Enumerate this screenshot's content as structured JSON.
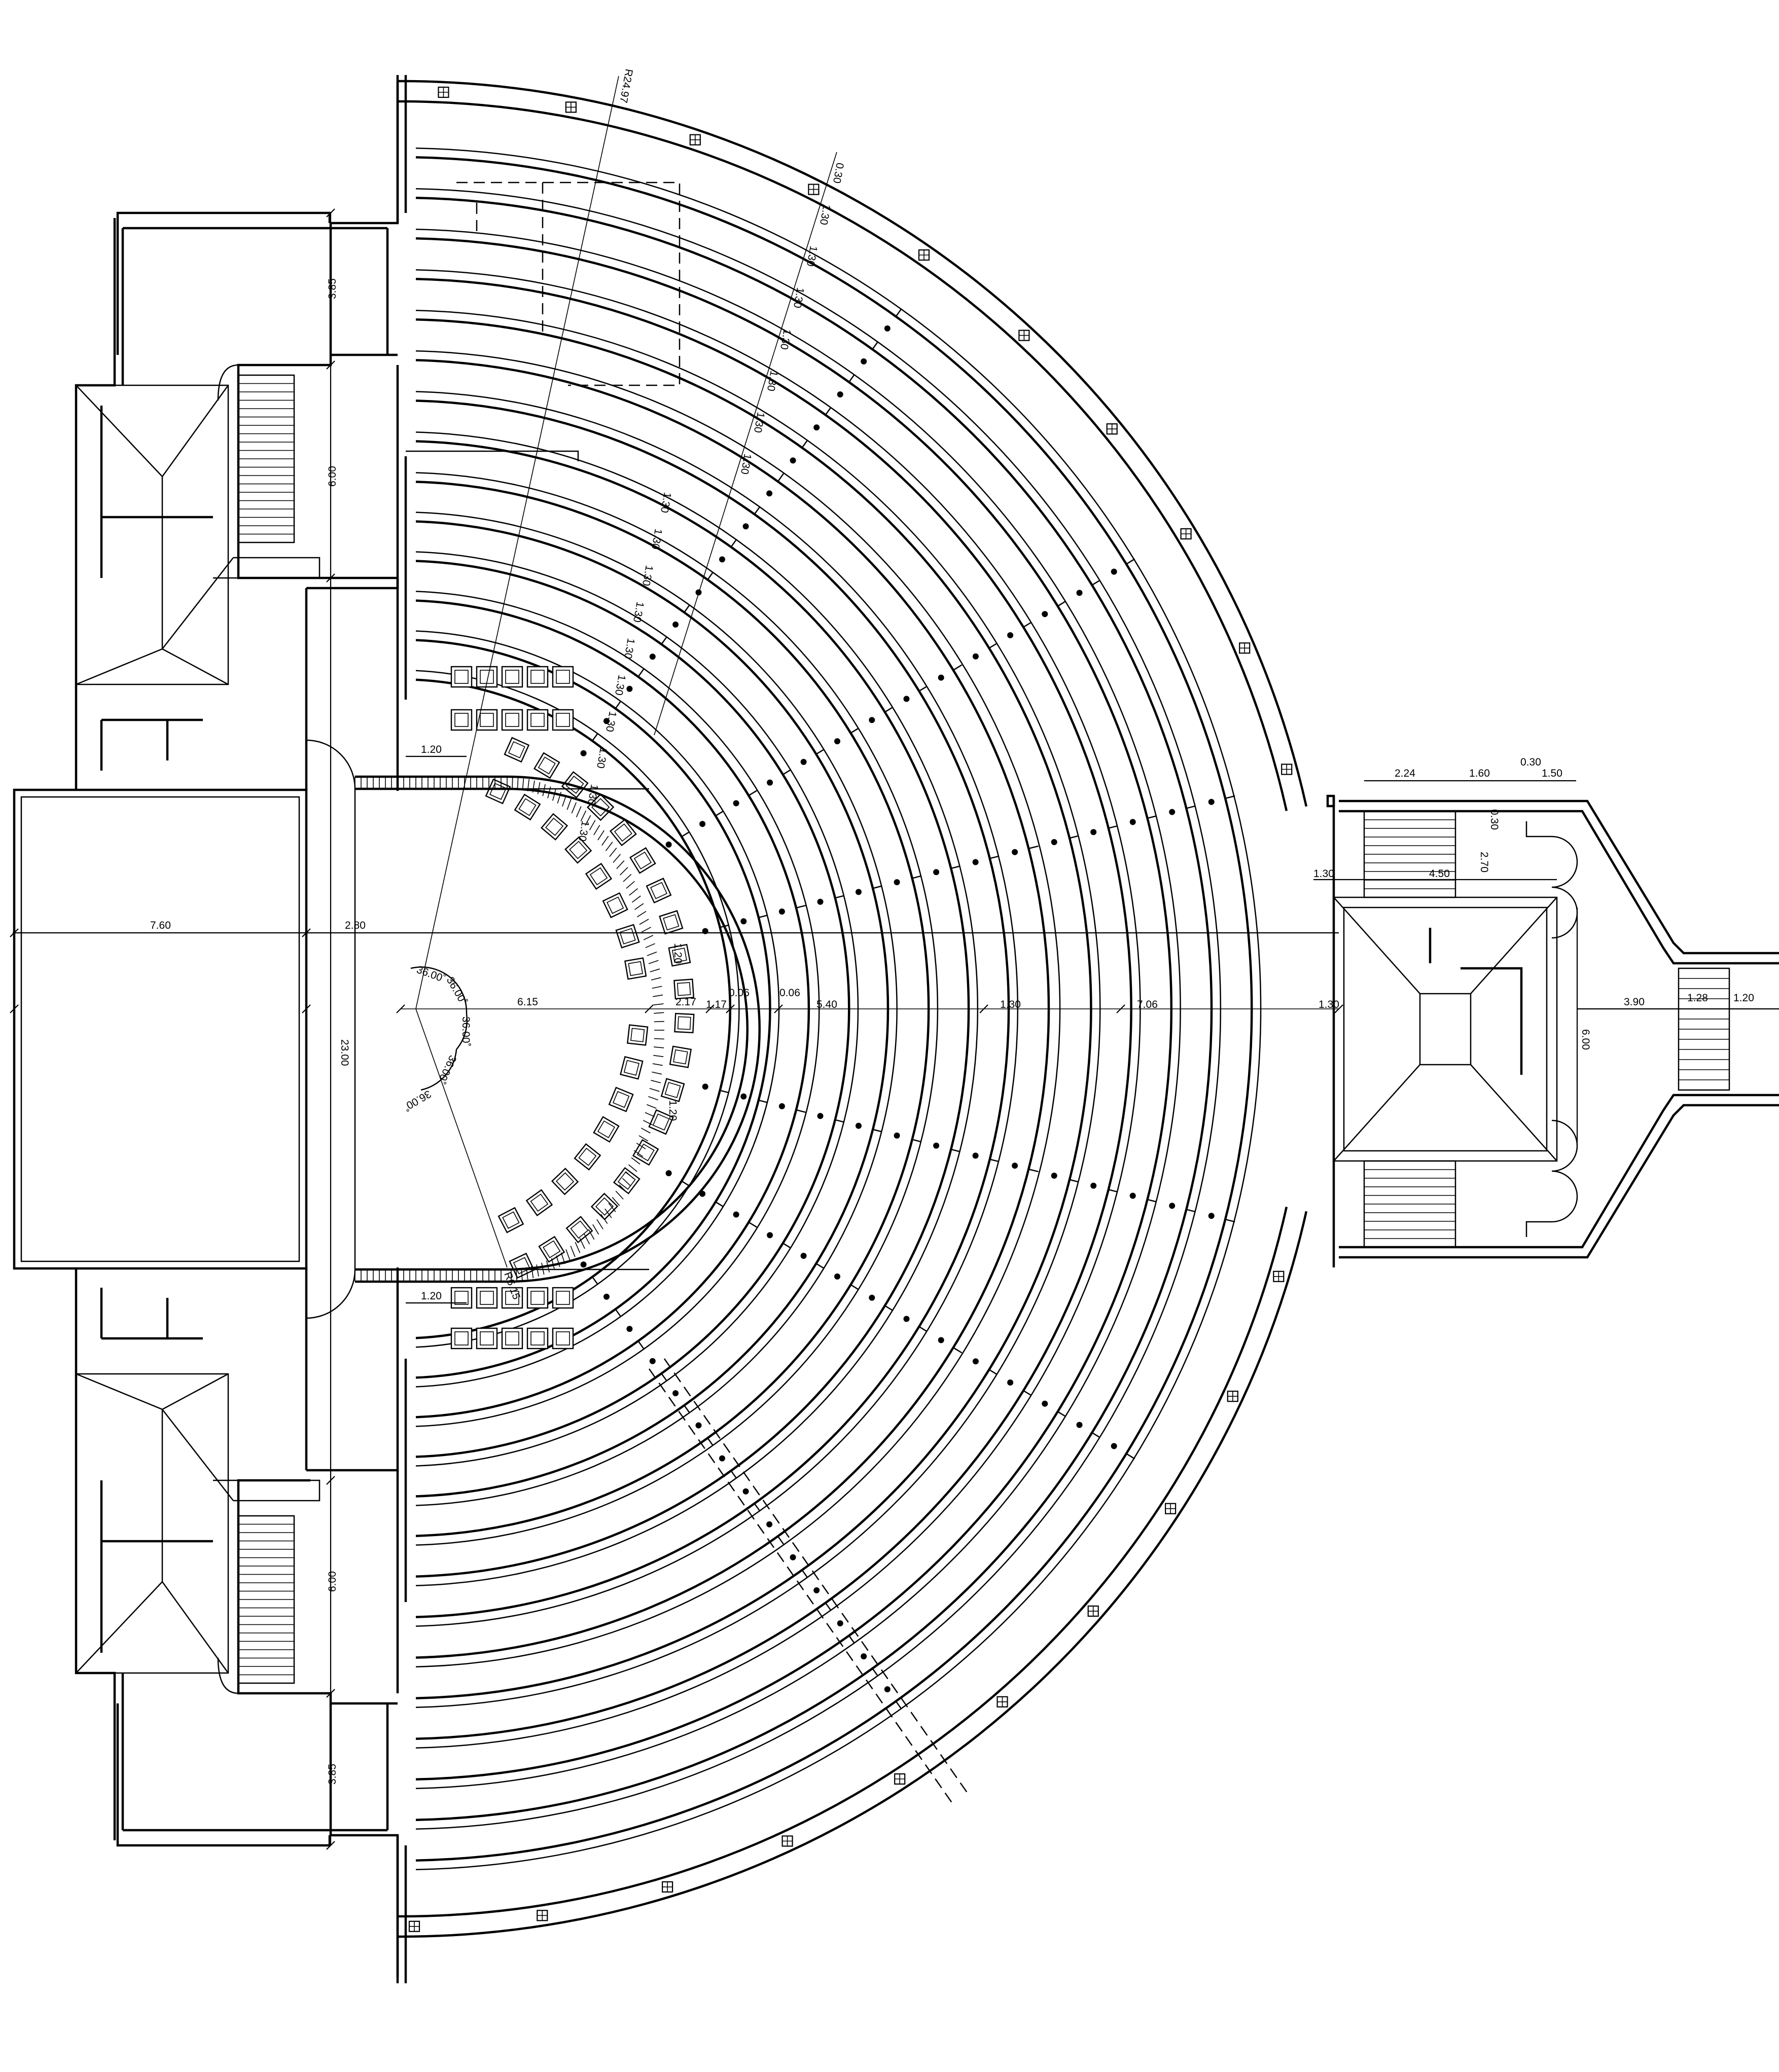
{
  "drawing": {
    "dimensions": {
      "radius_outer": "R24.97",
      "radius_stage": "R6.15",
      "left_top_bay": "3.85",
      "left_stair_bay": "6.00",
      "left_stair_bay_lower": "6.00",
      "left_bottom_bay": "3.85",
      "stage_depth": "7.60",
      "backstage_gap": "2.80",
      "stage_width": "23.00",
      "stage_radius_run": "6.15",
      "orchestra_run": "2.17",
      "seat_row_run": "1.17",
      "gap_a": "0.06",
      "gap_b": "0.06",
      "tier_run": "5.40",
      "cross_aisle": "1.30",
      "upper_tier_run": "7.06",
      "outer_aisle": "1.30",
      "lobby_corridor": "1.30",
      "seat_pitch_top": "1.20",
      "seat_pitch_bottom": "1.20",
      "seat_pitch_inner_top": "1.20",
      "seat_pitch_inner_bottom": "1.20",
      "angle_1": "36.00˚",
      "angle_2": "36.00˚",
      "angle_3": "36.00˚",
      "angle_4": "36.00˚",
      "angle_5": "36.00˚",
      "entry_w1": "2.24",
      "entry_w2": "1.60",
      "entry_w3": "0.30",
      "entry_w4": "1.50",
      "entry_h1": "0.30",
      "entry_h2": "2.70",
      "lobby_width": "4.50",
      "lobby_depth": "3.90",
      "lobby_height": "6.00",
      "exit_w1": "1.28",
      "exit_w2": "1.20",
      "radial_lower": [
        "1.30",
        "1.30",
        "1.30",
        "1.30",
        "1.30",
        "1.30",
        "1.30",
        "1.30",
        "1.30",
        "1.30"
      ],
      "radial_upper": [
        "0.30",
        "1.30",
        "1.30",
        "1.30",
        "1.30",
        "1.30",
        "1.30",
        "1.30"
      ]
    },
    "icons": {
      "column": "column-icon",
      "seat": "seat-icon",
      "stair": "stair-icon"
    },
    "colors": {
      "line": "#000000",
      "paper": "#ffffff"
    }
  }
}
